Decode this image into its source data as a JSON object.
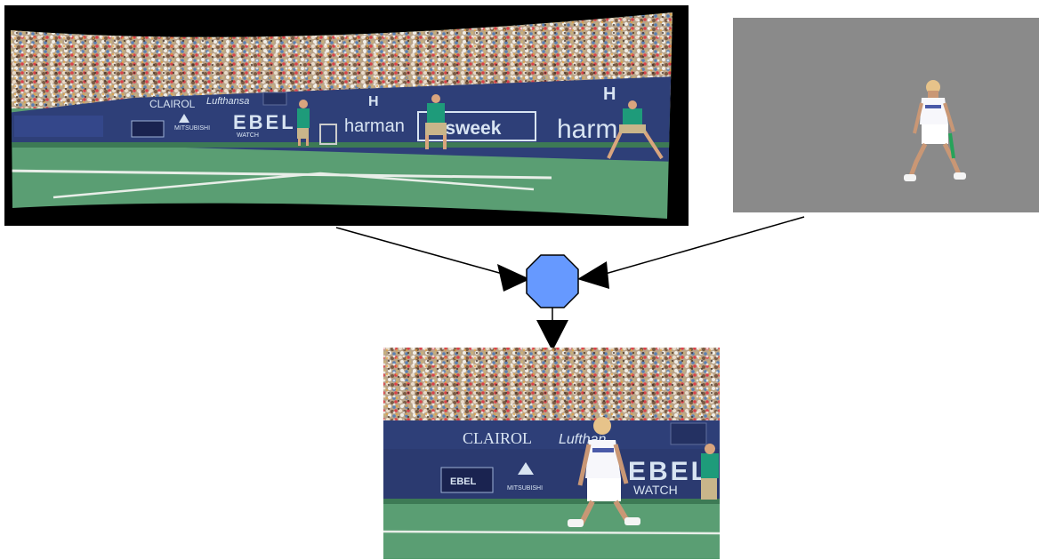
{
  "diagram": {
    "panels": [
      {
        "id": "background-mosaic"
      },
      {
        "id": "player-foreground"
      },
      {
        "id": "composite-frame"
      }
    ]
  },
  "signage": {
    "mosaic": [
      "CLAIROL",
      "Lufthansa",
      "EBEL",
      "harman",
      "wsweek",
      "harm",
      "H",
      "H",
      "MITSUBISHI",
      "WATCH"
    ],
    "composite": [
      "CLAIROL",
      "Lufthan",
      "EBEL",
      "EBEL",
      "WATCH",
      "MITSUBISHI"
    ]
  },
  "colors": {
    "node": "#6699ff",
    "court": "#5a9e73",
    "wall": "#2e3f78",
    "foreground_bg": "#8a8a8a"
  }
}
